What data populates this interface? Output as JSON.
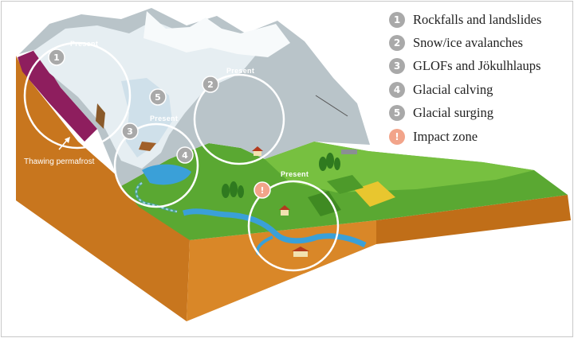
{
  "legend": {
    "items": [
      {
        "badge": "1",
        "label": "Rockfalls and landslides"
      },
      {
        "badge": "2",
        "label": "Snow/ice avalanches"
      },
      {
        "badge": "3",
        "label": "GLOFs and Jökulhlaups"
      },
      {
        "badge": "4",
        "label": "Glacial calving"
      },
      {
        "badge": "5",
        "label": "Glacial surging"
      },
      {
        "badge": "!",
        "label": "Impact zone"
      }
    ]
  },
  "diagram": {
    "present_label": "Present",
    "permafrost_label": "Thawing permafrost",
    "markers": {
      "m1": "1",
      "m2": "2",
      "m3": "3",
      "m4": "4",
      "m5": "5",
      "impact": "!"
    }
  },
  "colors": {
    "badge_grey": "#a9a9a9",
    "impact_orange": "#f2a48a",
    "soil": "#c8761e",
    "permafrost": "#8e1e5e",
    "grass": "#5aa832",
    "water": "#3aa0d8",
    "ice": "#dde8ee"
  }
}
